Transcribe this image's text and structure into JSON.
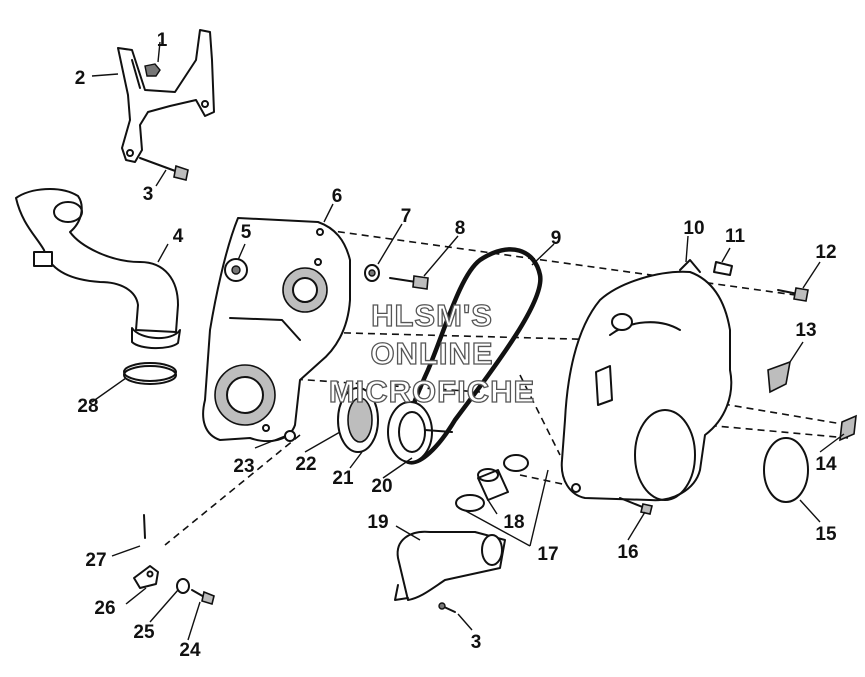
{
  "watermark": {
    "line1": "HLSM'S",
    "line2": "ONLINE",
    "line3": "MICROFICHE"
  },
  "callouts": {
    "c1": "1",
    "c2": "2",
    "c3a": "3",
    "c4": "4",
    "c5": "5",
    "c6": "6",
    "c7": "7",
    "c8": "8",
    "c9": "9",
    "c10": "10",
    "c11": "11",
    "c12": "12",
    "c13": "13",
    "c14": "14",
    "c15": "15",
    "c16": "16",
    "c17": "17",
    "c18": "18",
    "c19": "19",
    "c20": "20",
    "c21": "21",
    "c22": "22",
    "c23": "23",
    "c24": "24",
    "c25": "25",
    "c26": "26",
    "c27": "27",
    "c28": "28",
    "c3b": "3"
  }
}
